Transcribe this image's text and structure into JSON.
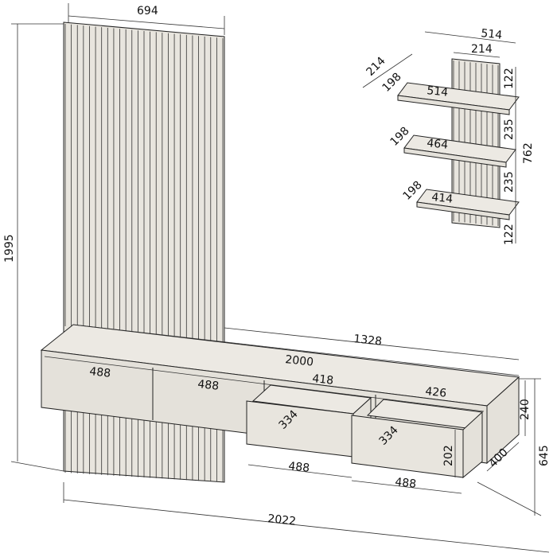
{
  "dimensions": {
    "panel_width": "694",
    "total_height": "1995",
    "wall_depth_1328": "1328",
    "console_width_2000": "2000",
    "base_width_2022": "2022",
    "drawer_488_a": "488",
    "drawer_488_b": "488",
    "drawer_488_c": "488",
    "drawer_488_d": "488",
    "drawer_418": "418",
    "drawer_426": "426",
    "drawer_depth_334_a": "334",
    "drawer_depth_334_b": "334",
    "drawer_height_202": "202",
    "depth_400": "400",
    "height_240": "240",
    "height_645": "645",
    "shelf_width_514_top": "514",
    "shelf_panel_214_top": "214",
    "shelf_depth_214_side": "214",
    "shelf_depth_198_a": "198",
    "shelf_depth_198_b": "198",
    "shelf_depth_198_c": "198",
    "shelf_514": "514",
    "shelf_464": "464",
    "shelf_414": "414",
    "shelf_gap_122_top": "122",
    "shelf_gap_235_a": "235",
    "shelf_gap_235_b": "235",
    "shelf_gap_122_bottom": "122",
    "shelf_height_762": "762"
  }
}
